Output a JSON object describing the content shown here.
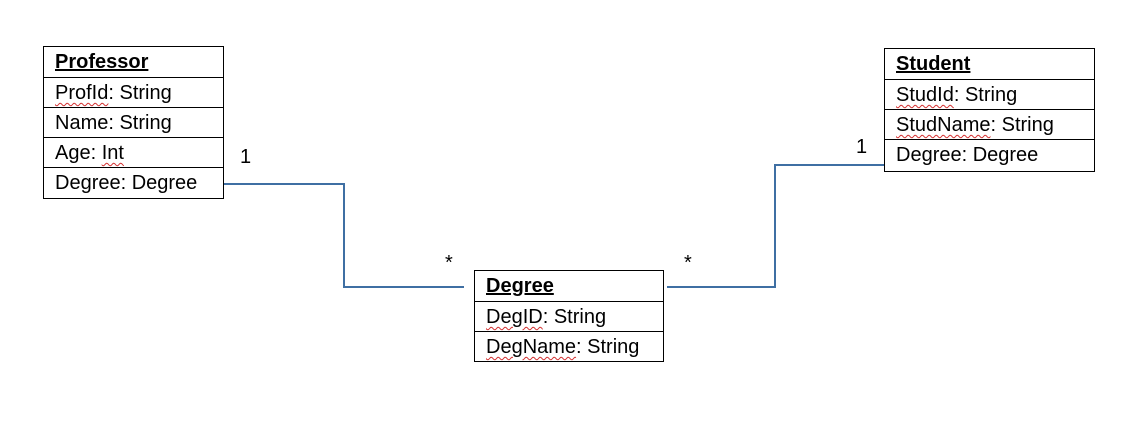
{
  "diagram": {
    "line_color": "#3f6fa3",
    "classes": {
      "professor": {
        "name": "Professor",
        "attributes": [
          {
            "text_a": "ProfId",
            "text_b": ": String"
          },
          {
            "text_a": "Name: String",
            "text_b": ""
          },
          {
            "text_a": "Age: ",
            "text_b": "Int"
          },
          {
            "text_a": "Degree: Degree",
            "text_b": ""
          }
        ]
      },
      "student": {
        "name": "Student",
        "attributes": [
          {
            "text_a": "StudId",
            "text_b": ": String"
          },
          {
            "text_a": "StudName",
            "text_b": ": String"
          },
          {
            "text_a": "Degree: Degree",
            "text_b": ""
          }
        ]
      },
      "degree": {
        "name": "Degree",
        "attributes": [
          {
            "text_a": "DegID",
            "text_b": ": String"
          },
          {
            "text_a": "DegName",
            "text_b": ": String"
          }
        ]
      }
    },
    "multiplicities": {
      "professor_end": "1",
      "degree_left_end": "*",
      "degree_right_end": "*",
      "student_end": "1"
    }
  }
}
